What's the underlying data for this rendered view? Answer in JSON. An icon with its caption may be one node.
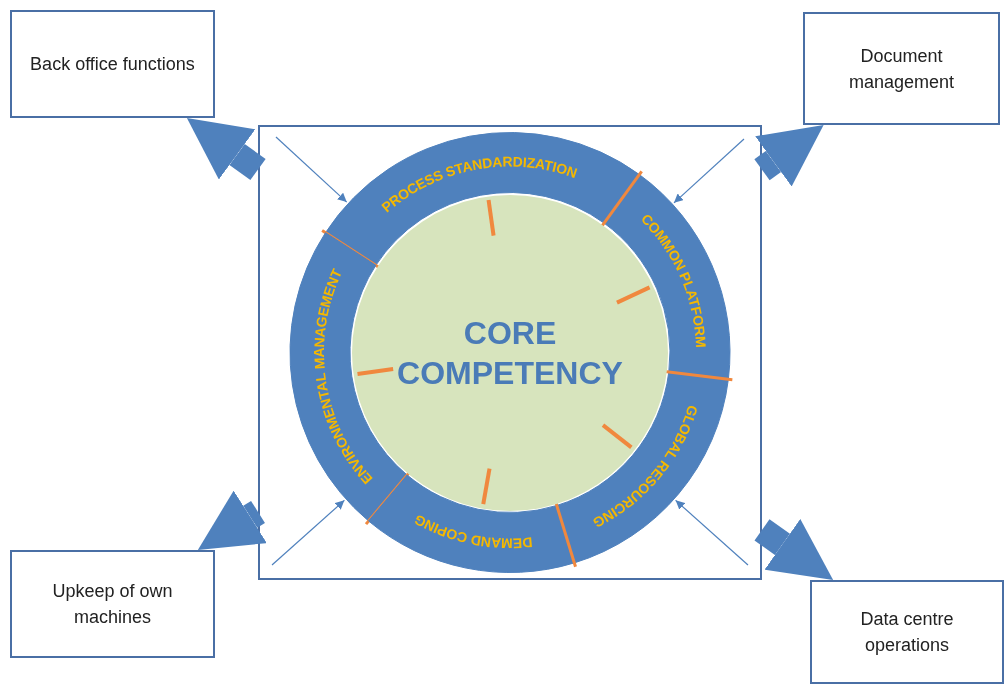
{
  "diagram": {
    "nodes": [
      {
        "text": [
          "Back office functions"
        ]
      },
      {
        "text": [
          "Document management"
        ]
      },
      {
        "text": [],
        "shape": "box"
      },
      {
        "text": [
          "PROCESS STANDARDIZATION"
        ],
        "in": 2
      },
      {
        "text": [
          "COMMON PLATFORM"
        ],
        "in": 2
      },
      {
        "text": [
          "ENVIRONMENTAL MANAGEMENT"
        ],
        "in": 2
      },
      {
        "text": [
          "CORE COMPETENCY"
        ],
        "in": 2
      },
      {
        "text": [
          "GLOBAL RESOURCING"
        ],
        "in": 2
      },
      {
        "text": [
          "DEMAND COPING"
        ],
        "in": 2
      },
      {
        "text": [
          "Upkeep of own machines"
        ]
      },
      {
        "text": [
          "Data centre operations"
        ]
      }
    ],
    "edges": [
      {
        "from": 2,
        "to": 0,
        "arrow": "to",
        "style": "thick"
      },
      {
        "from": 2,
        "to": 1,
        "arrow": "to",
        "style": "thick"
      },
      {
        "from": 2,
        "to": 9,
        "arrow": "to",
        "style": "thick"
      },
      {
        "from": 2,
        "to": 10,
        "arrow": "to",
        "style": "thick"
      },
      {
        "from": null,
        "to": 3,
        "arrow": "to"
      },
      {
        "from": null,
        "to": 4,
        "arrow": "to"
      },
      {
        "from": null,
        "to": 7,
        "arrow": "to"
      },
      {
        "from": null,
        "to": 5,
        "arrow": "to"
      }
    ]
  }
}
